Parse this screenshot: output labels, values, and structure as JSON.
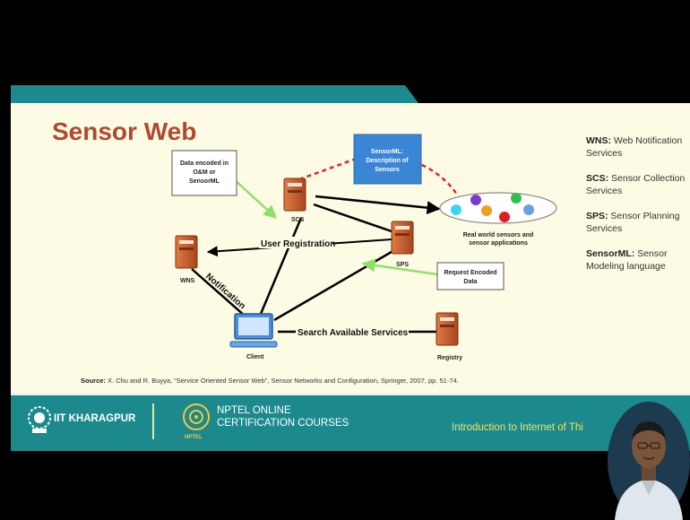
{
  "slide": {
    "title": "Sensor Web",
    "nodes": {
      "scs": "SCS",
      "wns": "WNS",
      "sps": "SPS",
      "client": "Client",
      "registry": "Registry",
      "sensors_label_1": "Real world sensors and",
      "sensors_label_2": "sensor applications"
    },
    "boxes": {
      "data_encoded": [
        "Data encoded in",
        "O&M or",
        "SensorML"
      ],
      "sensorml_desc": [
        "SensorML:",
        "Description of",
        "Sensors"
      ],
      "request_encoded": [
        "Request Encoded",
        "Data"
      ]
    },
    "edges": {
      "user_registration": "User Registration",
      "notification": "Notification",
      "search": "Search Available Services"
    },
    "legend": [
      {
        "abbr": "WNS:",
        "text": " Web Notification Services"
      },
      {
        "abbr": "SCS:",
        "text": " Sensor Collection Services"
      },
      {
        "abbr": "SPS:",
        "text": " Sensor Planning Services"
      },
      {
        "abbr": "SensorML:",
        "text": " Sensor Modeling language"
      }
    ],
    "source_label": "Source:",
    "source_text": " X. Chu and R. Buyya, “Service Oriented Sensor Web”, Sensor Networks and Configuration, Springer, 2007, pp. 51-74."
  },
  "footer": {
    "institute": "IIT KHARAGPUR",
    "nptel_line1": "NPTEL ONLINE",
    "nptel_line2": "CERTIFICATION COURSES",
    "nptel_small": "NPTEL",
    "course": "Introduction to Internet of Thi"
  },
  "colors": {
    "teal": "#1c8a8d",
    "title": "#b04a2f",
    "server": "#c65a2e",
    "sensorml_box": "#3a86d4",
    "green_arrow": "#8fe06a",
    "red_dash": "#e0262a"
  },
  "sensor_dots": [
    "#38d6f0",
    "#7a3ad0",
    "#f0a020",
    "#2fc050",
    "#e02020",
    "#6aa0e0"
  ]
}
